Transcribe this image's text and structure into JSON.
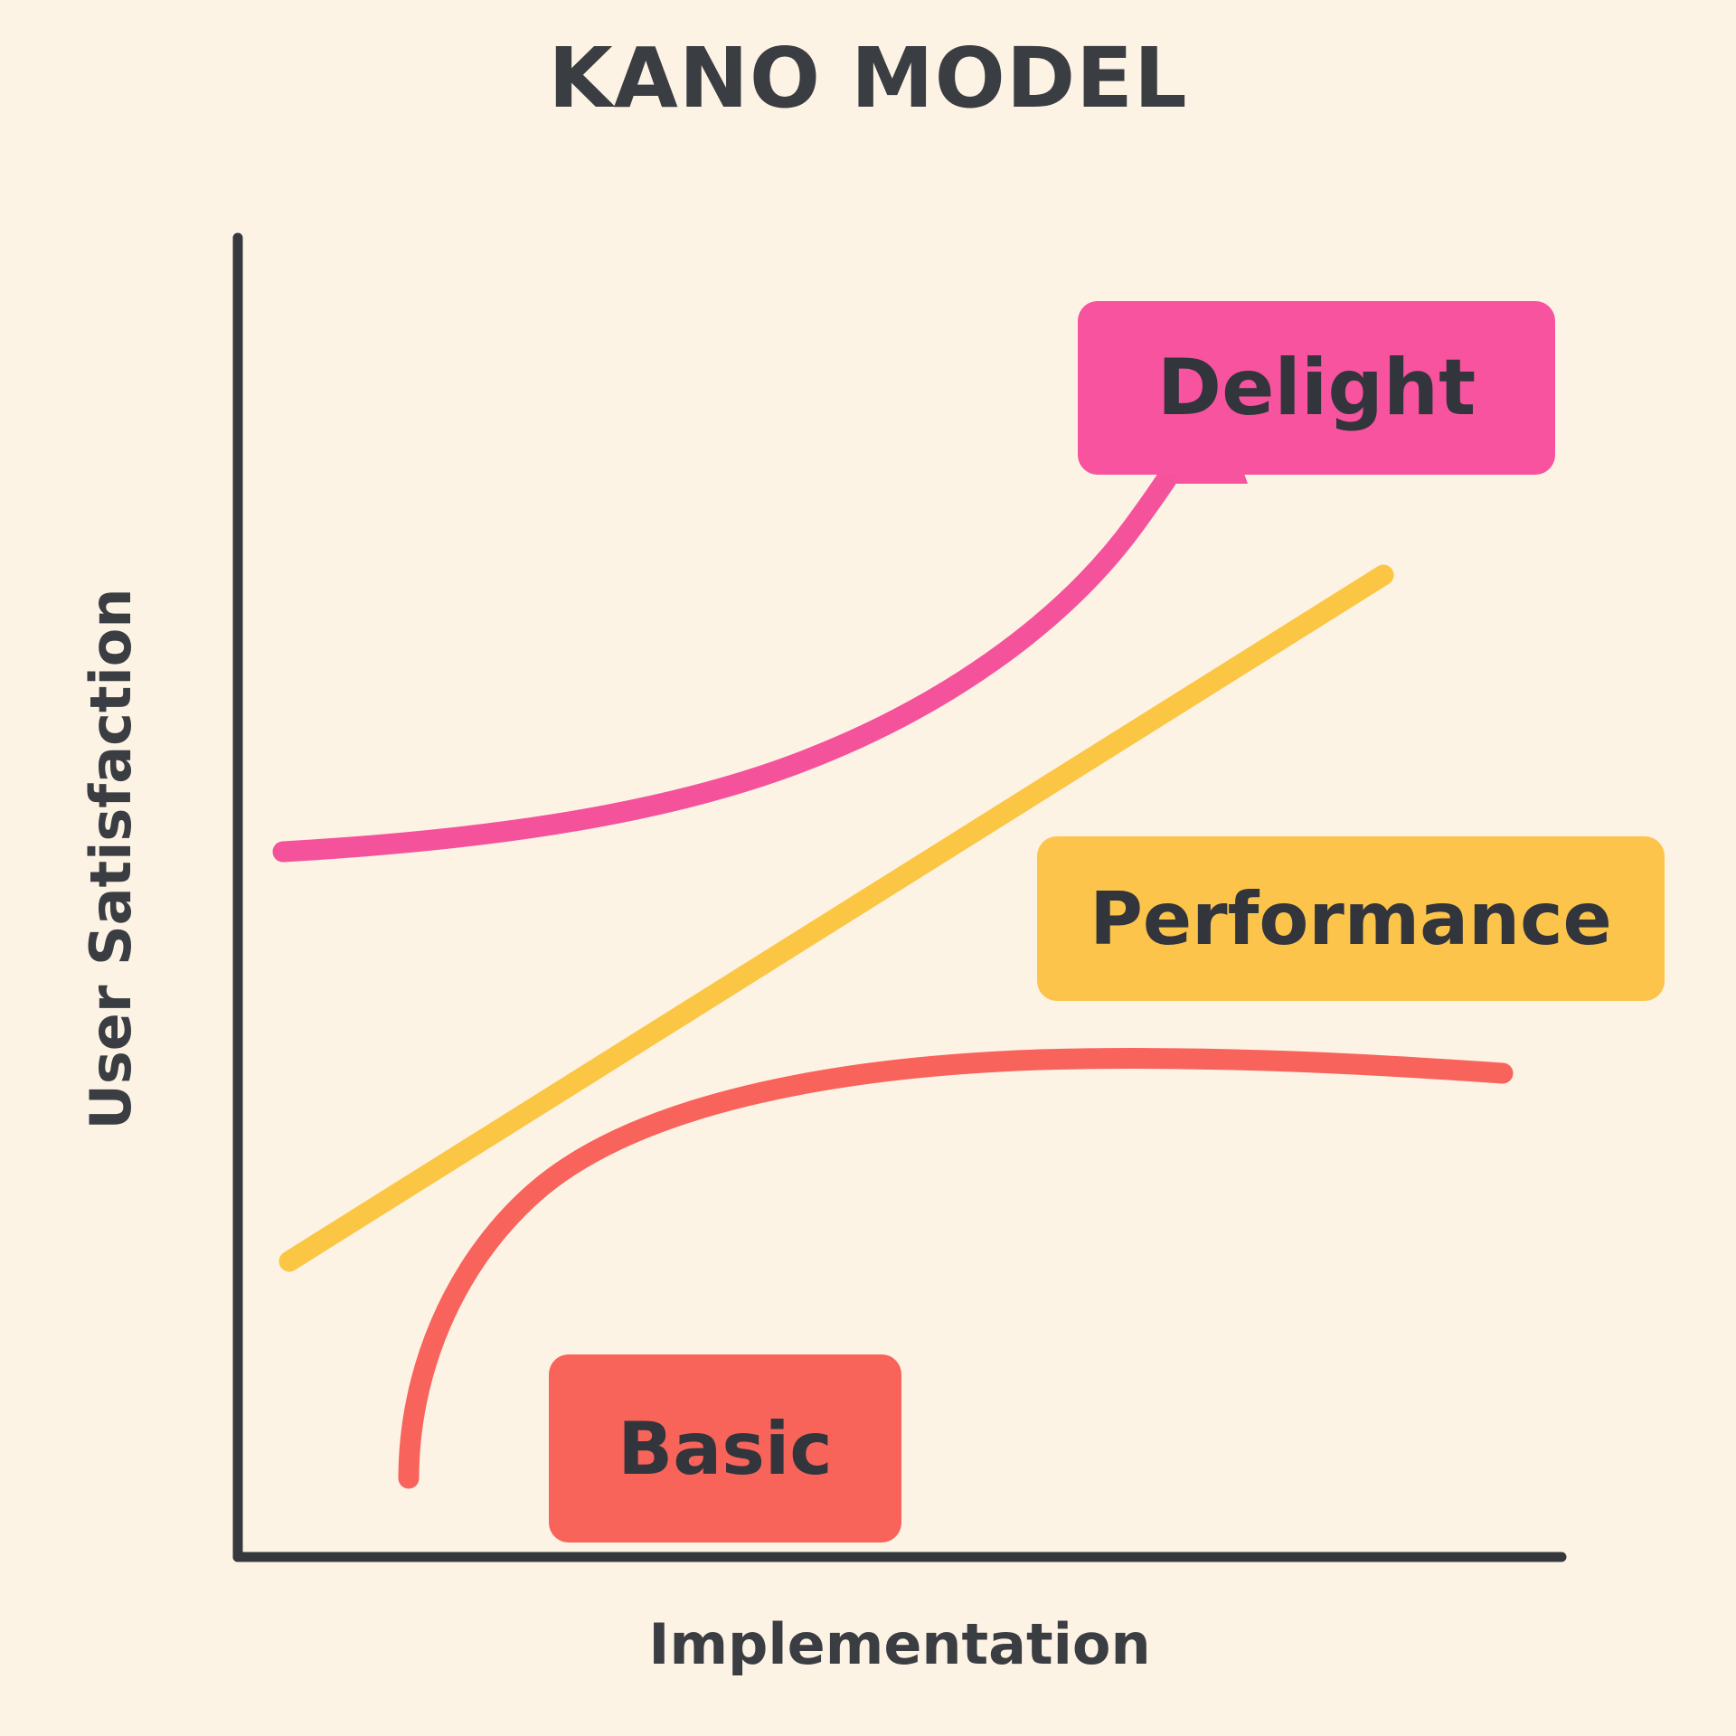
{
  "chart_data": {
    "type": "line",
    "title": "KANO MODEL",
    "xlabel": "Implementation",
    "ylabel": "User Satisfaction",
    "grid": false,
    "legend": "inline-callouts",
    "xlim": [
      0,
      100
    ],
    "ylim": [
      0,
      100
    ],
    "axis_ticks": {
      "x": [],
      "y": []
    },
    "series": [
      {
        "name": "Delight",
        "shape": "exponential",
        "color": "#F4539C",
        "label_color": "#F7539F",
        "stroke_width": 22,
        "points": [
          {
            "x": 3.8,
            "y": 53.2
          },
          {
            "x": 20.0,
            "y": 55.8
          },
          {
            "x": 38.0,
            "y": 60.5
          },
          {
            "x": 54.0,
            "y": 67.5
          },
          {
            "x": 66.0,
            "y": 75.0
          },
          {
            "x": 74.0,
            "y": 84.0
          },
          {
            "x": 78.6,
            "y": 94.5
          }
        ]
      },
      {
        "name": "Performance",
        "shape": "linear",
        "color": "#FBC643",
        "label_color": "#FCC44A",
        "stroke_width": 22,
        "points": [
          {
            "x": 4.2,
            "y": 22.3
          },
          {
            "x": 86.5,
            "y": 74.3
          }
        ]
      },
      {
        "name": "Basic",
        "shape": "logarithmic",
        "color": "#F8635C",
        "label_color": "#F8635A",
        "stroke_width": 22,
        "points": [
          {
            "x": 13.2,
            "y": 5.9
          },
          {
            "x": 20.0,
            "y": 14.5
          },
          {
            "x": 30.0,
            "y": 23.5
          },
          {
            "x": 45.0,
            "y": 29.8
          },
          {
            "x": 65.0,
            "y": 32.6
          },
          {
            "x": 95.6,
            "y": 33.5
          }
        ]
      }
    ],
    "annotations": [
      {
        "text": "Delight",
        "series": "Delight",
        "has_tail": true
      },
      {
        "text": "Performance",
        "series": "Performance",
        "has_tail": false
      },
      {
        "text": "Basic",
        "series": "Basic",
        "has_tail": false
      }
    ]
  },
  "header": {
    "title": "KANO MODEL"
  },
  "axes": {
    "y_label": "User Satisfaction",
    "x_label": "Implementation",
    "axis_color": "#35383C"
  },
  "callouts": {
    "delight": {
      "label": "Delight",
      "color": "#F7539F"
    },
    "performance": {
      "label": "Performance",
      "color": "#FCC44A"
    },
    "basic": {
      "label": "Basic",
      "color": "#F8635A"
    }
  },
  "theme": {
    "background": "#FDF3E5",
    "text_color": "#3A3D42",
    "delight_line": "#F4539C",
    "performance_line": "#FBC643",
    "basic_line": "#F8635C"
  }
}
